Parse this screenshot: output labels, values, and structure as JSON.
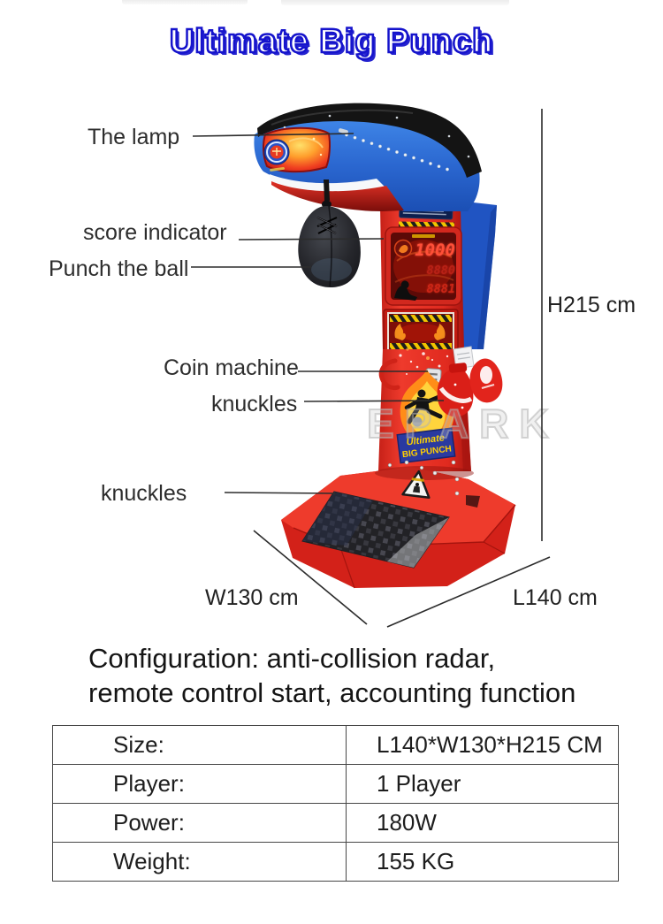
{
  "title": "Ultimate Big Punch",
  "callouts": {
    "lamp": "The lamp",
    "score_indicator": "score indicator",
    "punch_ball": "Punch the ball",
    "coin_machine": "Coin machine",
    "knuckles_upper": "knuckles",
    "knuckles_lower": "knuckles"
  },
  "dimensions": {
    "height": "H215 cm",
    "width": "W130 cm",
    "length": "L140 cm"
  },
  "machine": {
    "led_rows": [
      "1000",
      "8880",
      "8881"
    ],
    "brand_line1": "Ultimate",
    "brand_line2": "BIG PUNCH"
  },
  "watermark": "EPARK",
  "configuration": {
    "line1": "Configuration: anti-collision radar,",
    "line2": "remote control start, accounting function"
  },
  "spec_table": {
    "rows": [
      {
        "label": "Size:",
        "value": "L140*W130*H215 CM"
      },
      {
        "label": "Player:",
        "value": "1 Player"
      },
      {
        "label": "Power:",
        "value": "180W"
      },
      {
        "label": "Weight:",
        "value": "155 KG"
      }
    ]
  },
  "colors": {
    "title_blue": "#1513cc",
    "machine_red": "#e22a20",
    "machine_blue": "#2a63cd",
    "led_red": "#ff4632"
  }
}
